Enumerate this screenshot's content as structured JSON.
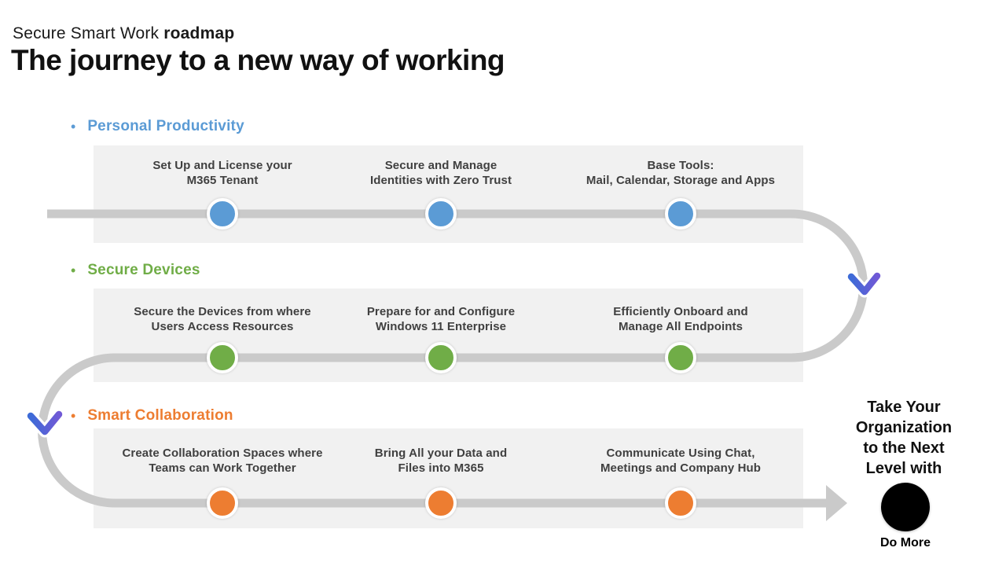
{
  "header": {
    "kicker_regular": "Secure Smart Work ",
    "kicker_bold": "roadmap",
    "title": "The journey to a new way of working"
  },
  "bullet_glyph": "•",
  "sections": [
    {
      "label": "Personal Productivity",
      "color": "#5b9bd5",
      "milestones": [
        {
          "line1": "Set Up and License your",
          "line2": "M365 Tenant"
        },
        {
          "line1": "Secure and Manage",
          "line2": "Identities with Zero Trust"
        },
        {
          "line1": "Base Tools:",
          "line2": "Mail, Calendar, Storage and Apps"
        }
      ]
    },
    {
      "label": "Secure Devices",
      "color": "#70ad47",
      "milestones": [
        {
          "line1": "Secure the Devices from where",
          "line2": "Users Access Resources"
        },
        {
          "line1": "Prepare for and Configure",
          "line2": "Windows 11 Enterprise"
        },
        {
          "line1": "Efficiently Onboard and",
          "line2": "Manage All Endpoints"
        }
      ]
    },
    {
      "label": "Smart Collaboration",
      "color": "#ed7d31",
      "milestones": [
        {
          "line1": "Create Collaboration Spaces where",
          "line2": "Teams can Work Together"
        },
        {
          "line1": "Bring All your Data and",
          "line2": "Files into M365"
        },
        {
          "line1": "Communicate Using Chat,",
          "line2": "Meetings and Company Hub"
        }
      ]
    }
  ],
  "outcome": {
    "text": "Take Your Organization to the Next Level with",
    "badge_label": "Do More",
    "badge_color": "#000000"
  },
  "colors": {
    "band_background": "#f1f1f1",
    "path_gray": "#cacaca",
    "chevron_gradient_start": "#3d6bd7",
    "chevron_gradient_end": "#7059d6",
    "milestone_text": "#404040",
    "title_text": "#111111"
  }
}
